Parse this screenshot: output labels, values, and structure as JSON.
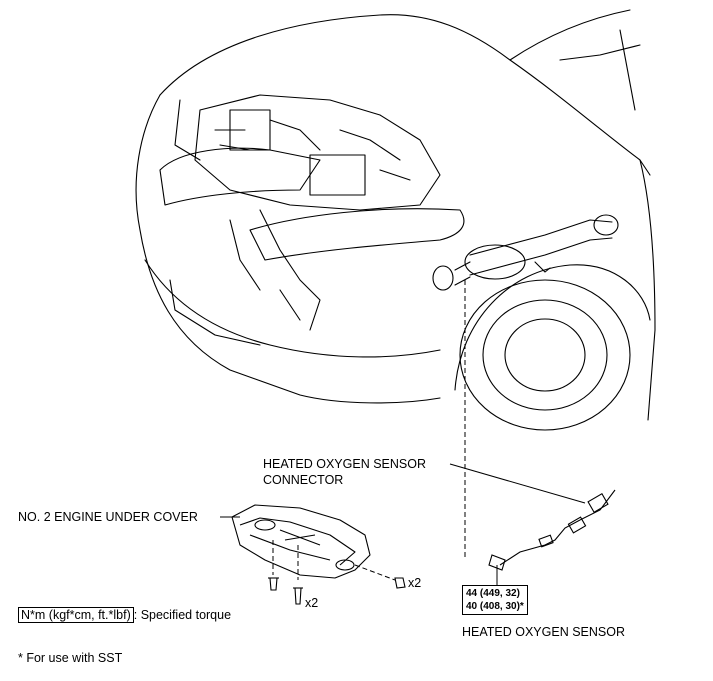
{
  "labels": {
    "sensor_connector_line1": "HEATED OXYGEN SENSOR",
    "sensor_connector_line2": "CONNECTOR",
    "under_cover": "NO. 2 ENGINE UNDER COVER",
    "oxygen_sensor": "HEATED OXYGEN SENSOR",
    "qty_clip": "x2",
    "qty_bolt": "x2"
  },
  "torque": {
    "line1": "44 (449, 32)",
    "line2": "40 (408, 30)*"
  },
  "legend": {
    "unit_box": "N*m (kgf*cm, ft.*lbf)",
    "unit_text": ": Specified torque",
    "sst_note": "* For use with SST"
  }
}
